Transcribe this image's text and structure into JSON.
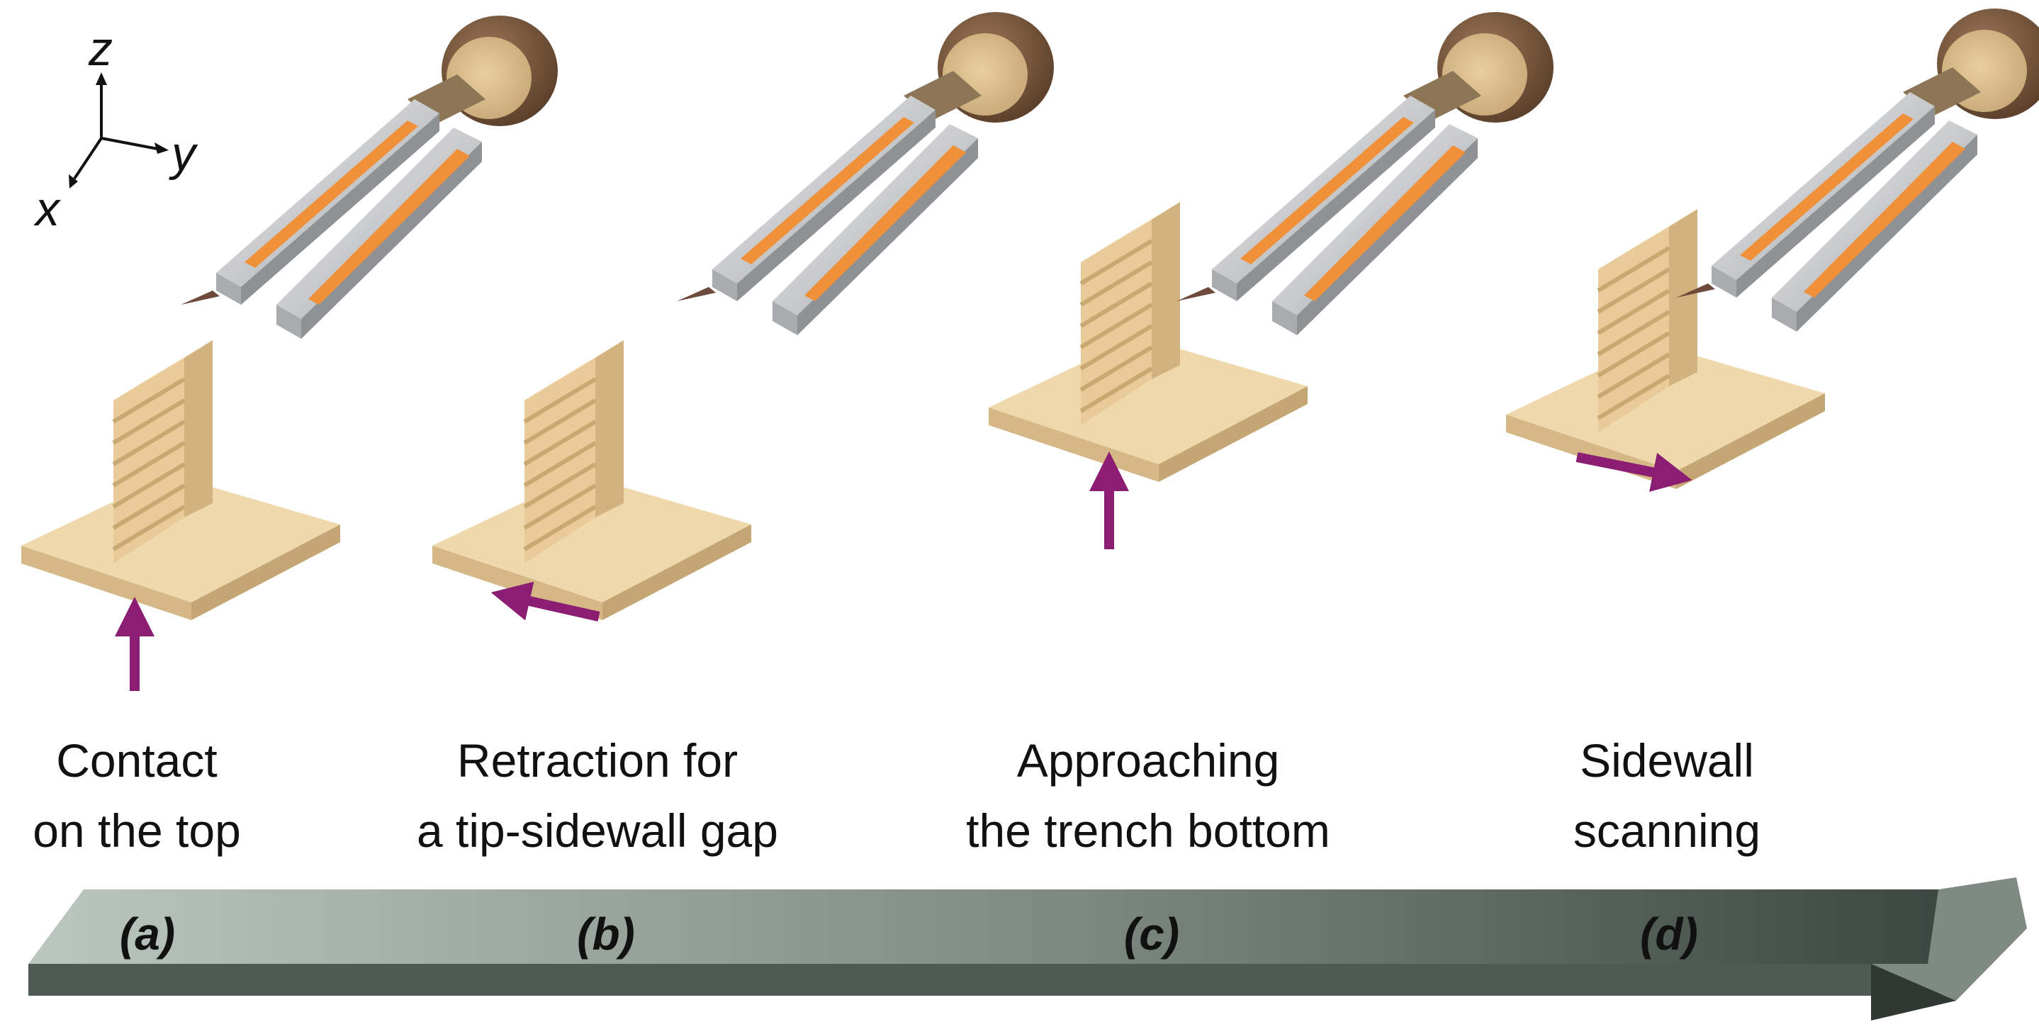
{
  "axes": {
    "z": "z",
    "y": "y",
    "x": "x"
  },
  "stages": [
    {
      "id": "a",
      "letter": "(a)",
      "caption_line1": "Contact",
      "caption_line2": "on the top",
      "motion": "up"
    },
    {
      "id": "b",
      "letter": "(b)",
      "caption_line1": "Retraction for",
      "caption_line2": "a tip-sidewall gap",
      "motion": "left"
    },
    {
      "id": "c",
      "letter": "(c)",
      "caption_line1": "Approaching",
      "caption_line2": "the trench bottom",
      "motion": "up"
    },
    {
      "id": "d",
      "letter": "(d)",
      "caption_line1": "Sidewall",
      "caption_line2": "scanning",
      "motion": "right"
    }
  ],
  "colors": {
    "sample": "#EED5A8",
    "sample_side": "#D9BB88",
    "probe_steel": "#C9C9CB",
    "electrode": "#F0913A",
    "holder": "#7A5A40",
    "motion_arrow": "#8B1E73",
    "timeline_start": "#B7C2BB",
    "timeline_end": "#3A4540"
  }
}
